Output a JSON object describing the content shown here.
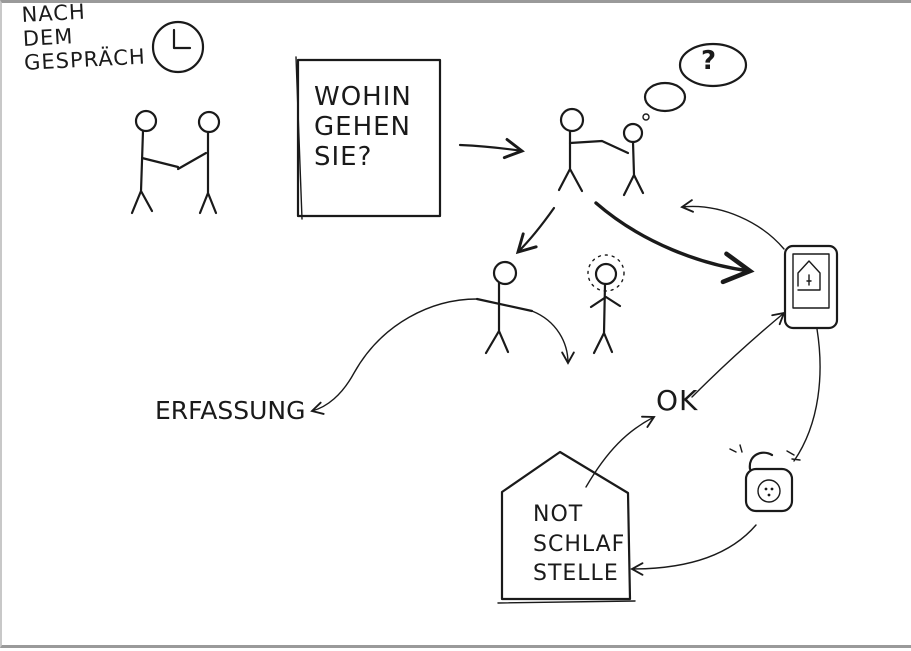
{
  "labels": {
    "time_note": [
      "NACH",
      "DEM",
      "GESPRÄCH"
    ],
    "question_box": [
      "WOHIN",
      "GEHEN",
      "SIE?"
    ],
    "thought": "?",
    "registration": "ERFASSUNG",
    "ok": "OK",
    "shelter": [
      "NOT",
      "SCHLAF",
      "STELLE"
    ]
  },
  "icons": [
    "clock-icon",
    "speech-box",
    "thought-bubble-icon",
    "smartphone-icon",
    "padlock-icon",
    "shelter-house-icon"
  ],
  "colors": {
    "ink": "#1a1a1a",
    "paper": "#ffffff",
    "frame": "#9a9a9a"
  }
}
